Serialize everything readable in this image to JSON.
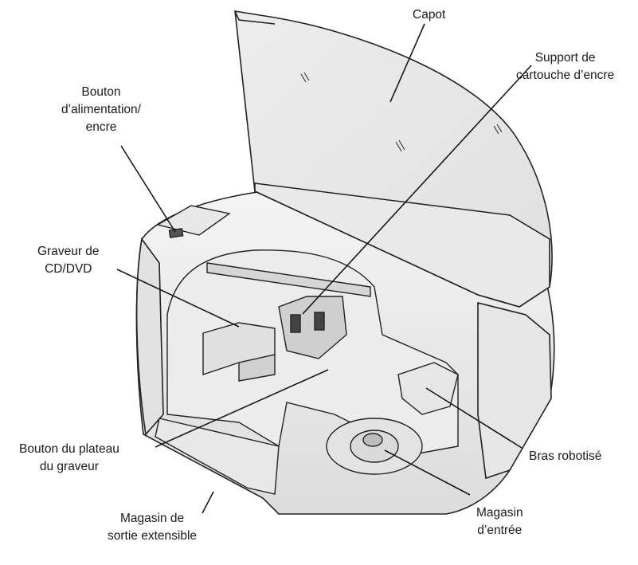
{
  "labels": {
    "capot": "Capot",
    "support": [
      "Support de",
      "cartouche d’encre"
    ],
    "bouton_alim": [
      "Bouton",
      "d’alimentation/",
      "encre"
    ],
    "graveur": [
      "Graveur de",
      "CD/DVD"
    ],
    "bouton_plateau": [
      "Bouton du plateau",
      "du graveur"
    ],
    "bras": "Bras robotisé",
    "magasin_sortie": [
      "Magasin de",
      "sortie extensible"
    ],
    "magasin_entree": [
      "Magasin",
      "d’entrée"
    ]
  }
}
